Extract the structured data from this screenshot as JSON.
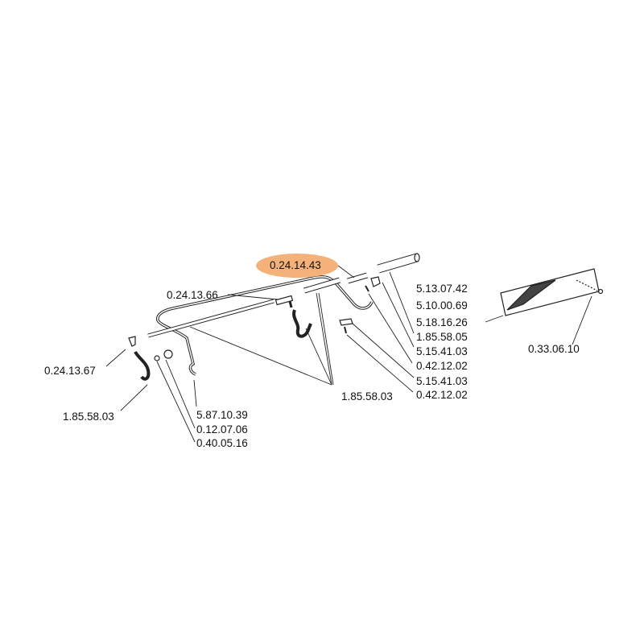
{
  "highlight_color": "#f4b27a",
  "parts": {
    "highlighted": "0.24.14.43",
    "p_0_24_13_66": "0.24.13.66",
    "p_5_13_07_42": "5.13.07.42",
    "p_5_10_00_69": "5.10.00.69",
    "p_5_18_16_26": "5.18.16.26",
    "p_1_85_58_05": "1.85.58.05",
    "p_5_15_41_03_a": "5.15.41.03",
    "p_0_42_12_02_a": "0.42.12.02",
    "p_5_15_41_03_b": "5.15.41.03",
    "p_0_42_12_02_b": "0.42.12.02",
    "p_1_85_58_03_mid": "1.85.58.03",
    "p_0_33_06_10": "0.33.06.10",
    "p_0_24_13_67": "0.24.13.67",
    "p_1_85_58_03_left": "1.85.58.03",
    "p_5_87_10_39": "5.87.10.39",
    "p_0_12_07_06": "0.12.07.06",
    "p_0_40_05_16": "0.40.05.16"
  }
}
